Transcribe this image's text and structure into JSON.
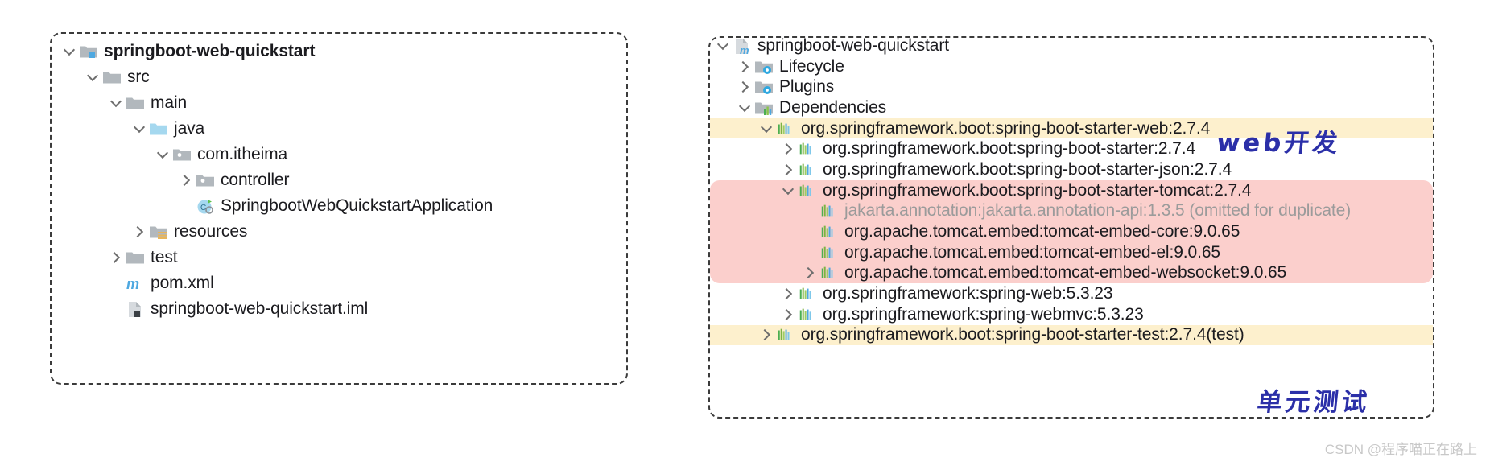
{
  "left_panel": {
    "name": "project-structure-tree",
    "rows": [
      {
        "label": "springboot-web-quickstart",
        "icon": "module-folder-icon",
        "arrow": "down",
        "depth": 0,
        "bold": true
      },
      {
        "label": "src",
        "icon": "folder-icon",
        "arrow": "down",
        "depth": 1,
        "bold": false
      },
      {
        "label": "main",
        "icon": "folder-icon",
        "arrow": "down",
        "depth": 2,
        "bold": false
      },
      {
        "label": "java",
        "icon": "source-folder-icon",
        "arrow": "down",
        "depth": 3,
        "bold": false
      },
      {
        "label": "com.itheima",
        "icon": "package-folder-icon",
        "arrow": "down",
        "depth": 4,
        "bold": false
      },
      {
        "label": "controller",
        "icon": "package-folder-icon",
        "arrow": "right",
        "depth": 5,
        "bold": false
      },
      {
        "label": "SpringbootWebQuickstartApplication",
        "icon": "spring-class-icon",
        "arrow": "none",
        "depth": 5,
        "bold": false
      },
      {
        "label": "resources",
        "icon": "resources-folder-icon",
        "arrow": "right",
        "depth": 3,
        "bold": false
      },
      {
        "label": "test",
        "icon": "folder-icon",
        "arrow": "right",
        "depth": 2,
        "bold": false
      },
      {
        "label": "pom.xml",
        "icon": "maven-m-icon",
        "arrow": "none",
        "depth": 2,
        "bold": false
      },
      {
        "label": "springboot-web-quickstart.iml",
        "icon": "iml-file-icon",
        "arrow": "none",
        "depth": 2,
        "bold": false
      }
    ]
  },
  "right_panel": {
    "name": "maven-dependencies-tree",
    "rows": [
      {
        "label": "springboot-web-quickstart",
        "suffix": "",
        "icon": "maven-module-icon",
        "arrow": "down",
        "depth": 0,
        "highlight": "none",
        "muted": false
      },
      {
        "label": "Lifecycle",
        "suffix": "",
        "icon": "lifecycle-folder-icon",
        "arrow": "right",
        "depth": 1,
        "highlight": "none",
        "muted": false
      },
      {
        "label": "Plugins",
        "suffix": "",
        "icon": "plugins-folder-icon",
        "arrow": "right",
        "depth": 1,
        "highlight": "none",
        "muted": false
      },
      {
        "label": "Dependencies",
        "suffix": "",
        "icon": "dependencies-folder-icon",
        "arrow": "down",
        "depth": 1,
        "highlight": "none",
        "muted": false
      },
      {
        "label": "org.springframework.boot:spring-boot-starter-web:2.7.4",
        "suffix": "",
        "icon": "library-icon",
        "arrow": "down",
        "depth": 2,
        "highlight": "yellow",
        "muted": false
      },
      {
        "label": "org.springframework.boot:spring-boot-starter:2.7.4",
        "suffix": "",
        "icon": "library-icon",
        "arrow": "right",
        "depth": 3,
        "highlight": "none",
        "muted": false
      },
      {
        "label": "org.springframework.boot:spring-boot-starter-json:2.7.4",
        "suffix": "",
        "icon": "library-icon",
        "arrow": "right",
        "depth": 3,
        "highlight": "none",
        "muted": false
      },
      {
        "label": "org.springframework.boot:spring-boot-starter-tomcat:2.7.4",
        "suffix": "",
        "icon": "library-icon",
        "arrow": "down",
        "depth": 3,
        "highlight": "pink",
        "muted": false
      },
      {
        "label": "jakarta.annotation:jakarta.annotation-api:1.3.5 (omitted for duplicate)",
        "suffix": "",
        "icon": "library-icon",
        "arrow": "none",
        "depth": 4,
        "highlight": "pink",
        "muted": true
      },
      {
        "label": "org.apache.tomcat.embed:tomcat-embed-core:9.0.65",
        "suffix": "",
        "icon": "library-icon",
        "arrow": "none",
        "depth": 4,
        "highlight": "pink",
        "muted": false
      },
      {
        "label": "org.apache.tomcat.embed:tomcat-embed-el:9.0.65",
        "suffix": "",
        "icon": "library-icon",
        "arrow": "none",
        "depth": 4,
        "highlight": "pink",
        "muted": false
      },
      {
        "label": "org.apache.tomcat.embed:tomcat-embed-websocket:9.0.65",
        "suffix": "",
        "icon": "library-icon",
        "arrow": "right",
        "depth": 4,
        "highlight": "pink",
        "muted": false
      },
      {
        "label": "org.springframework:spring-web:5.3.23",
        "suffix": "",
        "icon": "library-icon",
        "arrow": "right",
        "depth": 3,
        "highlight": "none",
        "muted": false
      },
      {
        "label": "org.springframework:spring-webmvc:5.3.23",
        "suffix": "",
        "icon": "library-icon",
        "arrow": "right",
        "depth": 3,
        "highlight": "none",
        "muted": false
      },
      {
        "label": "org.springframework.boot:spring-boot-starter-test:2.7.4",
        "suffix": " (test)",
        "icon": "library-icon",
        "arrow": "right",
        "depth": 2,
        "highlight": "yellow",
        "muted": false
      }
    ]
  },
  "annotations": [
    {
      "name": "annotation-web-dev",
      "text": "web开发"
    },
    {
      "name": "annotation-unit-test",
      "text": "单元测试"
    }
  ],
  "watermark": {
    "text": "CSDN @程序喵正在路上"
  },
  "colors": {
    "highlight_yellow": "#fdf0cd",
    "highlight_pink": "#fbcfcc",
    "annotation_blue": "#2b2fa8",
    "folder_gray": "#b2b8bd",
    "folder_blue": "#a5d8ef",
    "watermark_gray": "#c8c8c8",
    "panel_border": "#3b3b3b"
  }
}
